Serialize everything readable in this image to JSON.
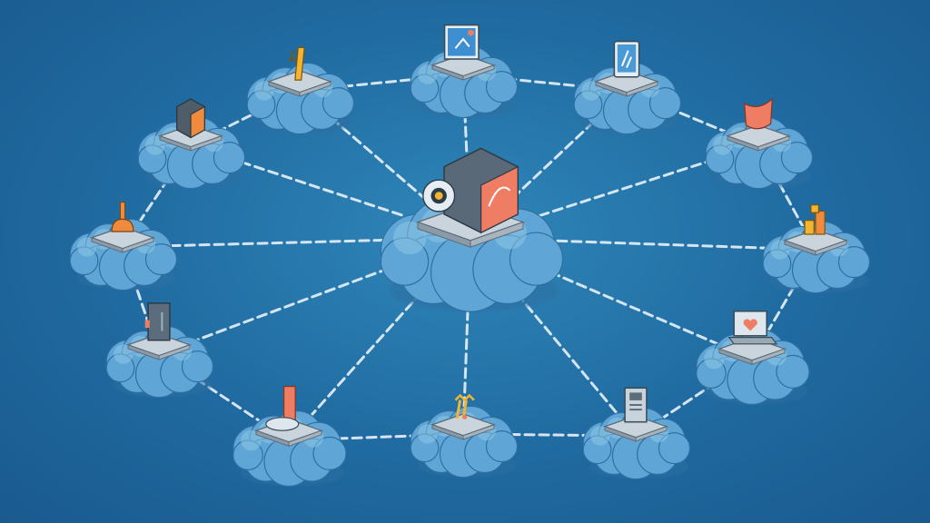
{
  "colors": {
    "background": "#2476aa",
    "cloud_fill": "#5fa6d6",
    "cloud_highlight": "#8cc4e6",
    "cloud_shadow": "#2f6fa3",
    "connection": "#e9f2f9",
    "platform": "#c9d4dc",
    "accent_orange": "#f08a3c",
    "accent_salmon": "#ef7d63",
    "accent_yellow": "#f2b431"
  },
  "hub": {
    "name": "central-hub",
    "icon": "server-with-camera-icon"
  },
  "nodes": [
    {
      "name": "node-top-left-tower",
      "icon": "antenna-tower-icon"
    },
    {
      "name": "node-top-monitor",
      "icon": "monitor-screen-icon"
    },
    {
      "name": "node-top-right-tablet",
      "icon": "tablet-icon"
    },
    {
      "name": "node-right-flag",
      "icon": "flag-icon"
    },
    {
      "name": "node-right-blocks",
      "icon": "building-blocks-icon"
    },
    {
      "name": "node-right-laptop",
      "icon": "laptop-heart-icon"
    },
    {
      "name": "node-bottom-right-pc",
      "icon": "desktop-tower-icon"
    },
    {
      "name": "node-bottom-antenna",
      "icon": "antenna-device-icon"
    },
    {
      "name": "node-bottom-left-tower",
      "icon": "orange-tower-icon"
    },
    {
      "name": "node-left-door",
      "icon": "door-device-icon"
    },
    {
      "name": "node-left-lamp",
      "icon": "desk-lamp-icon"
    },
    {
      "name": "node-top-left-box",
      "icon": "server-box-icon"
    }
  ]
}
